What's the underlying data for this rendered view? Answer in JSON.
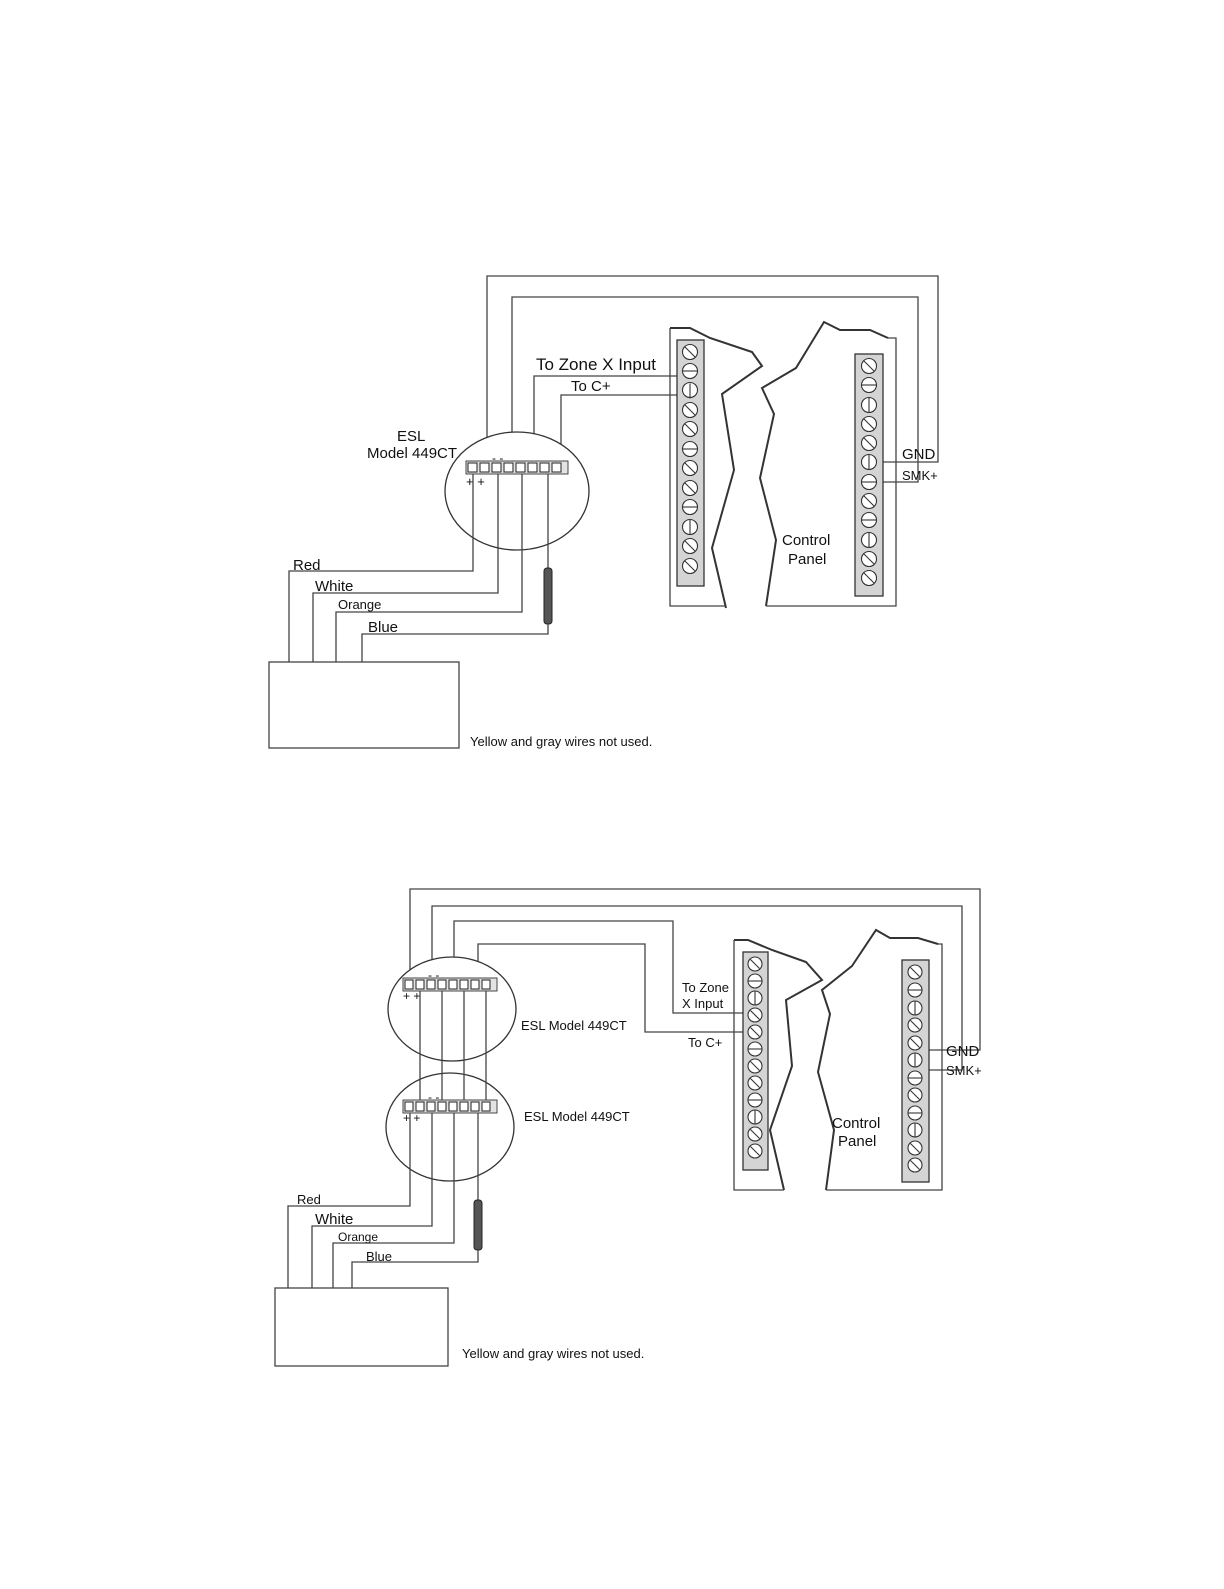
{
  "diagrams": [
    {
      "detector_label_line1": "ESL",
      "detector_label_line2": "Model 449CT",
      "zone_label": "To Zone X Input",
      "c_label": "To C+",
      "gnd_label": "GND",
      "smk_label": "SMK+",
      "panel_label_line1": "Control",
      "panel_label_line2": "Panel",
      "wires": [
        "Red",
        "White",
        "Orange",
        "Blue"
      ],
      "note": "Yellow and gray wires not used."
    },
    {
      "detector1_label": "ESL Model 449CT",
      "detector2_label": "ESL Model 449CT",
      "zone_label_line1": "To Zone",
      "zone_label_line2": "X Input",
      "c_label": "To C+",
      "gnd_label": "GND",
      "smk_label": "SMK+",
      "panel_label_line1": "Control",
      "panel_label_line2": "Panel",
      "wires": [
        "Red",
        "White",
        "Orange",
        "Blue"
      ],
      "note": "Yellow and gray wires not used."
    }
  ]
}
